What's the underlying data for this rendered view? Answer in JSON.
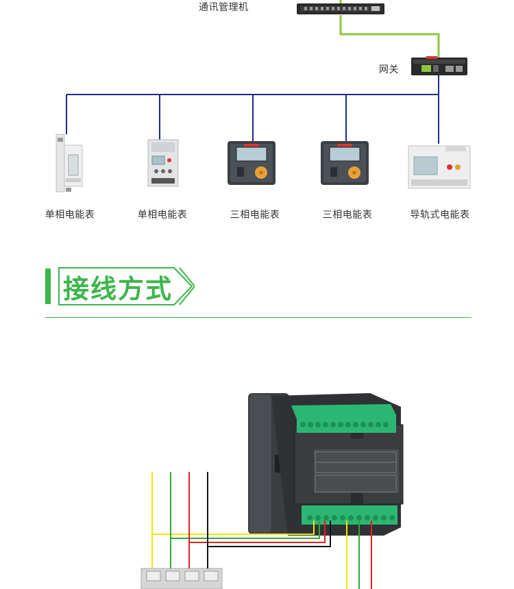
{
  "topology": {
    "switch_label": "通讯管理机",
    "gateway_label": "网关",
    "devices": [
      {
        "label": "单相电能表",
        "kind": "single-phase-din-meter"
      },
      {
        "label": "单相电能表",
        "kind": "single-phase-lcd-meter"
      },
      {
        "label": "三相电能表",
        "kind": "three-phase-panel-meter"
      },
      {
        "label": "三相电能表",
        "kind": "three-phase-panel-meter"
      },
      {
        "label": "导轨式电能表",
        "kind": "din-rail-meter"
      }
    ]
  },
  "section": {
    "title": "接线方式"
  },
  "wiring": {
    "wire_colors": [
      "#f2e600",
      "#2fa83a",
      "#e02020",
      "#111111"
    ]
  },
  "colors": {
    "bus_line": "#1a2a8c",
    "network_line": "#8cc63f",
    "accent_green": "#3db54a",
    "terminal_green": "#2bb673"
  }
}
